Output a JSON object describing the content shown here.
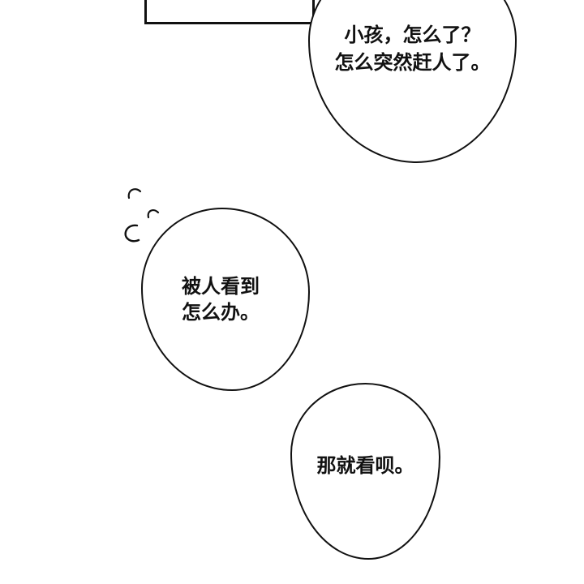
{
  "panel": {
    "background": "#ffffff",
    "ink_color": "#111111"
  },
  "bubbles": [
    {
      "id": "bubble-top-right",
      "lines": [
        "小孩，怎么了？",
        "怎么突然赶人了。"
      ]
    },
    {
      "id": "bubble-middle-left",
      "lines": [
        "被人看到",
        "怎么办。"
      ]
    },
    {
      "id": "bubble-bottom-right",
      "lines": [
        "那就看呗。"
      ]
    }
  ],
  "decorations": {
    "sweat_marks": 3
  }
}
